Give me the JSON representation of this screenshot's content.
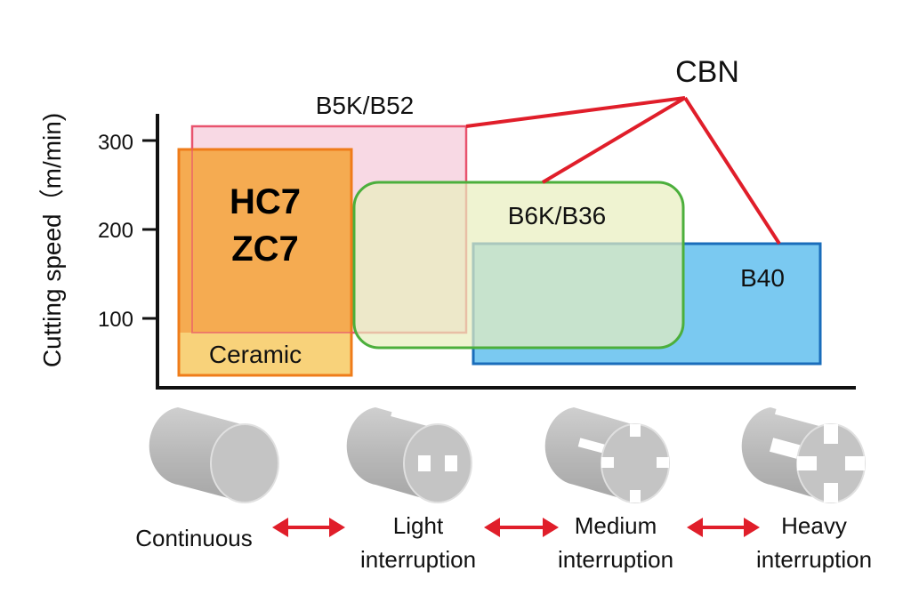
{
  "y_axis": {
    "label": "Cutting speed（m/min)",
    "ticks": [
      "300",
      "200",
      "100"
    ]
  },
  "regions": {
    "b5k": {
      "label": "B5K/B52",
      "fill": "#f7d2df",
      "stroke": "#e8546e"
    },
    "ceramic": {
      "label": "Ceramic",
      "fill": "#f5a54a",
      "stroke": "#ef7c1a"
    },
    "hc7": {
      "label": "HC7"
    },
    "zc7": {
      "label": "ZC7"
    },
    "b6k": {
      "label": "B6K/B36",
      "fill": "#e8eebd",
      "stroke": "#4caf3c"
    },
    "b40": {
      "label": "B40",
      "fill": "#6cc3ef",
      "stroke": "#1a6dbb"
    }
  },
  "cbn": {
    "label": "CBN",
    "line_color": "#e01e2a"
  },
  "x_categories": [
    {
      "lines": [
        "Continuous"
      ]
    },
    {
      "lines": [
        "Light",
        "interruption"
      ]
    },
    {
      "lines": [
        "Medium",
        "interruption"
      ]
    },
    {
      "lines": [
        "Heavy",
        "interruption"
      ]
    }
  ],
  "arrow_color": "#e01e2a",
  "workpiece_color": "#bdbdbd"
}
